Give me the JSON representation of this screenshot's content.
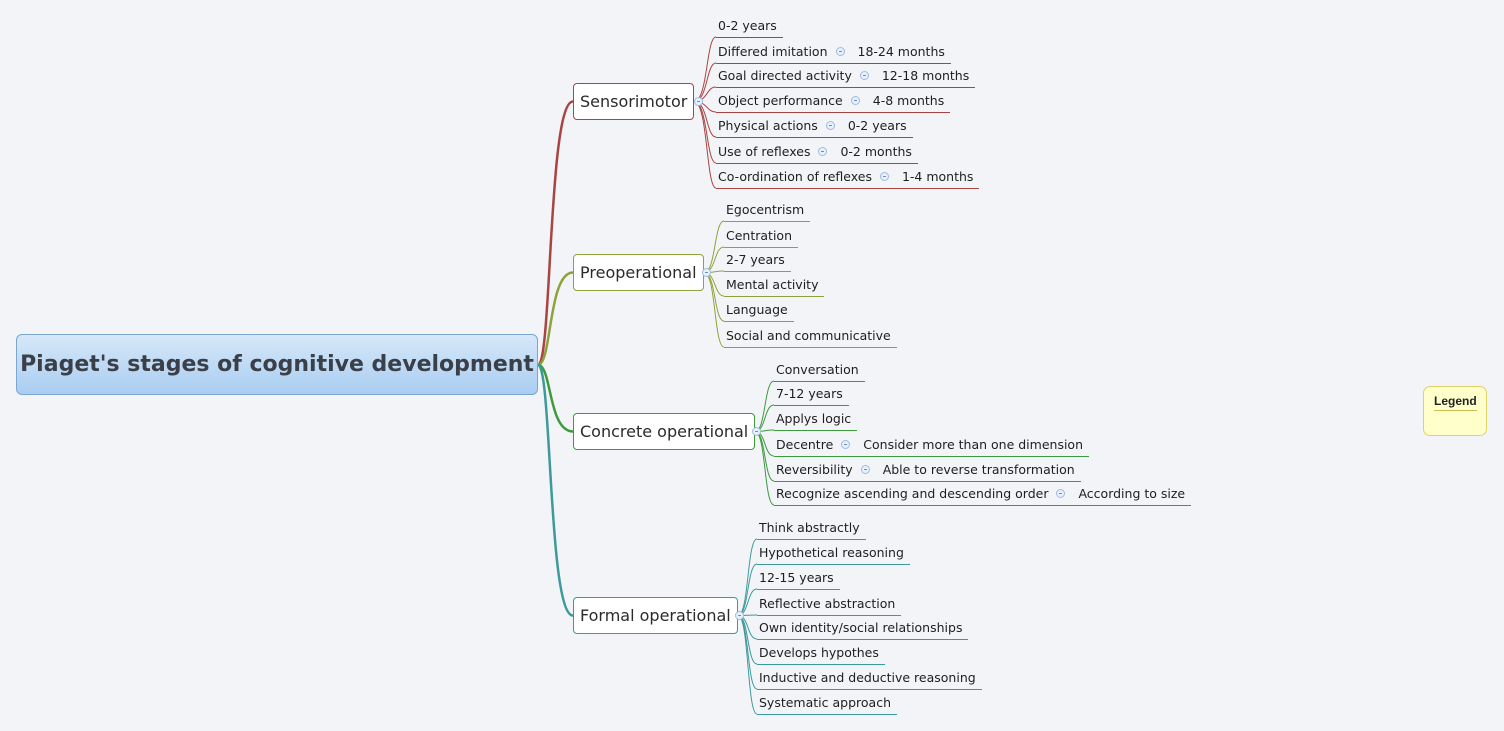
{
  "central_topic": "Piaget's stages of cognitive development",
  "legend_title": "Legend",
  "colors": {
    "sensorimotor": "#a94442",
    "preoperational": "#8ea23c",
    "concrete": "#3d9a3d",
    "formal": "#3d9a9a"
  },
  "stages": {
    "sensorimotor": {
      "label": "Sensorimotor",
      "items": [
        {
          "text": "0-2 years"
        },
        {
          "text": "Differed imitation",
          "detail": "18-24 months"
        },
        {
          "text": "Goal directed activity",
          "detail": "12-18 months"
        },
        {
          "text": "Object performance",
          "detail": "4-8 months"
        },
        {
          "text": "Physical actions",
          "detail": "0-2 years"
        },
        {
          "text": "Use of reflexes",
          "detail": "0-2 months"
        },
        {
          "text": "Co-ordination of reflexes",
          "detail": "1-4 months"
        }
      ]
    },
    "preoperational": {
      "label": "Preoperational",
      "items": [
        {
          "text": "Egocentrism"
        },
        {
          "text": "Centration"
        },
        {
          "text": "2-7 years"
        },
        {
          "text": "Mental activity"
        },
        {
          "text": "Language"
        },
        {
          "text": "Social and communicative"
        }
      ]
    },
    "concrete": {
      "label": "Concrete operational",
      "items": [
        {
          "text": "Conversation"
        },
        {
          "text": "7-12 years"
        },
        {
          "text": "Applys logic"
        },
        {
          "text": "Decentre",
          "detail": "Consider more than one dimension"
        },
        {
          "text": "Reversibility",
          "detail": "Able to reverse transformation"
        },
        {
          "text": "Recognize ascending and descending order",
          "detail": "According to size"
        }
      ]
    },
    "formal": {
      "label": "Formal operational",
      "items": [
        {
          "text": "Think abstractly"
        },
        {
          "text": "Hypothetical reasoning"
        },
        {
          "text": "12-15 years"
        },
        {
          "text": "Reflective abstraction"
        },
        {
          "text": "Own identity/social relationships"
        },
        {
          "text": "Develops hypothes"
        },
        {
          "text": "Inductive and deductive reasoning"
        },
        {
          "text": "Systematic approach"
        }
      ]
    }
  }
}
